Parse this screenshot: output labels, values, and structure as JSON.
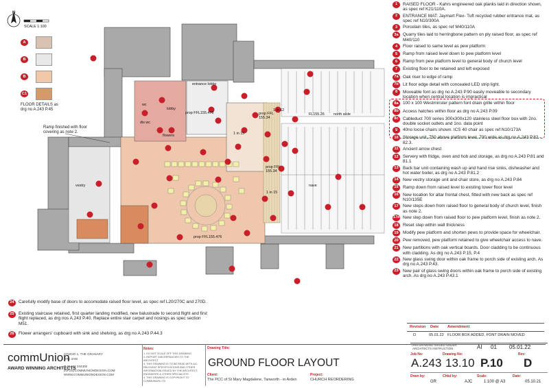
{
  "scale_label": "SCALE 1:100",
  "north_label": "N",
  "legend": [
    {
      "key": "A",
      "color": "#d9c2b0"
    },
    {
      "key": "B",
      "color": "#e8e8e8"
    },
    {
      "key": "B",
      "color": "#efc9a8"
    },
    {
      "key": "C1",
      "color": "#d39a6a"
    }
  ],
  "floor_details_note": "FLOOR DETAILS as drg no A.243 P.45",
  "ramp_finished_note": "Ramp finished with floor covering as note 2.",
  "plan_labels": {
    "entrance_lobby": "entrance lobby",
    "wc": "wc",
    "lobby": "lobby",
    "dis_wc": "dis wc",
    "flowers": "flowers",
    "prop_ffl_1": "prop FFL155.476",
    "prop_ffl_2": "prop FFL155.476",
    "prop_ffl_3": "prop FFL 155.34",
    "prop_ffl_4": "prop FFL 155.34",
    "fl_155_26": "FL155.26",
    "north_aisle": "north aisle",
    "vestry": "vestry",
    "nave": "nave",
    "slope_1": "1 in 12",
    "slope_2": "1 in 15",
    "slope_3": "1 in 15"
  },
  "notes": [
    {
      "num": "1",
      "text": "RAISED FLOOR - Kahrs engineered oak planks laid in direction shown, as spec ref K21/110A."
    },
    {
      "num": "2",
      "text": "ENTRANCE MAT: Jaymart Flex- Tuft recycled rubber entrance mat, as spec ref N10/300A"
    },
    {
      "num": "3",
      "text": "Porcelain tiles, as spec ref M40/110A"
    },
    {
      "num": "3a",
      "text": "Quarry tiles laid to herringbone pattern on ply raised floor, as spec ref M40/110"
    },
    {
      "num": "4",
      "text": "Floor raised to same level as pew platform"
    },
    {
      "num": "5",
      "text": "Ramp from raised level down to pew platform level"
    },
    {
      "num": "6",
      "text": "Ramp from pew platform level to general body of church level"
    },
    {
      "num": "7",
      "text": "Existing floor to be retained and left exposed"
    },
    {
      "num": "7a",
      "text": "Oak riser to edge of ramp"
    },
    {
      "num": "7b",
      "text": "Lit floor edge detail with concealed LED strip light."
    },
    {
      "num": "8",
      "text": "Moveable font as drg no A.243 P.90  easily moveable to secondary location when central location is impractical"
    },
    {
      "num": "8a",
      "text": "100 x 100 Westminster pattern font drain grille within floor"
    },
    {
      "num": "8b",
      "text": "Access hatches within floor as drg no A.243 P.09"
    },
    {
      "num": "8c",
      "text": "Cableduct 700 series 300x300x120 stainless steel floor box with 2no. double socket outlets and 1no. data point"
    },
    {
      "num": "9",
      "text": "40no loose chairs shown. ICS 40 chair as spec ref N10/173A"
    },
    {
      "num": "10",
      "text": "Storage unit, 750 above platform level, 700 wide as drg no A.243 P.82 - 82.3."
    },
    {
      "num": "11",
      "text": "Ancient arrow chest"
    },
    {
      "num": "12",
      "text": "Servery with fridge, oven and hob and storage, as drg no A.243 P.81 and 81.1"
    },
    {
      "num": "13",
      "text": "Back bar unit containing wash up and hand rise sinks, dishwasher and hot water boiler, as drg no A.243 P.81.2"
    },
    {
      "num": "14",
      "text": "New vestry storage unit and chair store, as drg no A.243 P.84"
    },
    {
      "num": "15",
      "text": "Ramp down from raised level to existing tower floor level"
    },
    {
      "num": "16",
      "text": "New location for altar frontal chest, fitted with new back as spec ref N10/135E"
    },
    {
      "num": "17",
      "text": "New steps down from raised floor to general body of church level, finish as note 2."
    },
    {
      "num": "17a",
      "text": "New step down from raised floor to pew platform level, finish as note 2."
    },
    {
      "num": "18",
      "text": "Reset step within wall thickness"
    },
    {
      "num": "19",
      "text": "Modify pew platform and shorten pews to provide space for wheelchair."
    },
    {
      "num": "20",
      "text": "Pew removed, pew platform retained to give wheelchair access to nave."
    },
    {
      "num": "21",
      "text": "New partitions with oak vertical boards. Door cladding to be continuous with cladding. As drg no A.243 P.15, P.4"
    },
    {
      "num": "22",
      "text": "New glass swing door within oak frame to porch side of existing arch. As drg no A.243 P.43."
    },
    {
      "num": "23",
      "text": "New pair of glass swing doors within oak frame to porch side of existing arch. As drg no A.243 P.43.1"
    }
  ],
  "bottom_notes": [
    {
      "num": "24",
      "text": "Carefully modify base of doors to accomodate raised floor level, as spec ref L20/270C and 270D."
    },
    {
      "num": "25",
      "text": "Existing staircase retained, first quarter landing modified, new balustrade to second flight and first flight replaced, as drg nos A.243 P.40.  Replace entire stair carpet and nosings as spec section M51."
    },
    {
      "num": "26",
      "text": "Flower arrangers' cupboard with sink and shelving, as drg no A.243 P.44.3"
    }
  ],
  "revision": {
    "header_revision": "Revision",
    "header_date": "Date",
    "header_amendment": "Amendment",
    "rev": "D",
    "date": "05.01.22",
    "amendment": "FLOOR BOX ADDED, FONT DRAIN MOVED"
  },
  "issue_status": {
    "status_line1": "THIS DRAWING ISSUED UNDER",
    "status_line2": "ARCHITECTS INSTRUCTION",
    "code1": "AI",
    "code2": "01",
    "date": "05.01.22"
  },
  "title_block": {
    "logo_text": "commUnion",
    "logo_tag": "AWARD WINNING ARCHITECTS",
    "address": "STUDIO 1, THE GRANARY",
    "address2": "HR1 3AW",
    "phone": "T: 01432 344300",
    "email": "INFO@COMMUNIONDESIGN.COM",
    "web": "WWW.COMMUNIONDESIGN.COM",
    "notes_heading": "Notes:",
    "notes_lines": [
      "1. DO NOT SCALE OFF THIS DRAWING",
      "2. REPORT DISCREPANCIES TO THE ARCHITECT",
      "3. THIS DRAWING IS TO BE READ WITH ALL",
      "RELEVANT SPECIFICATIONS AND OTHER",
      "INFORMATION ISSUED BY THE ARCHITECT,",
      "ENGINEERS & OTHER SPECIALISTS",
      "4. THIS DRAWING IS COPYRIGHT TO",
      "COMMUNION LTD"
    ],
    "drawing_title_label": "Drawing Title:",
    "drawing_title": "GROUND FLOOR LAYOUT",
    "client_label": "Client:",
    "client": "The PCC of St Mary Magdalene, Tanworth - in Arden",
    "project_label": "Project:",
    "project": "CHURCH REORDERING",
    "job_no_label": "Job No:",
    "job_no": "A.243",
    "drawing_no_label": "Drawing No:",
    "drawing_no": "13.10",
    "sheet": "P.10",
    "rev_label": "Rev:",
    "rev": "D",
    "drawn_by_label": "Drwn by:",
    "drawn_by": "GR",
    "checked_by_label": "Chkd by:",
    "checked_by": "AJC",
    "scale_label": "Scale:",
    "scale": "1:100 @ A3",
    "date_label": "Date:",
    "date": "05.10.21"
  }
}
